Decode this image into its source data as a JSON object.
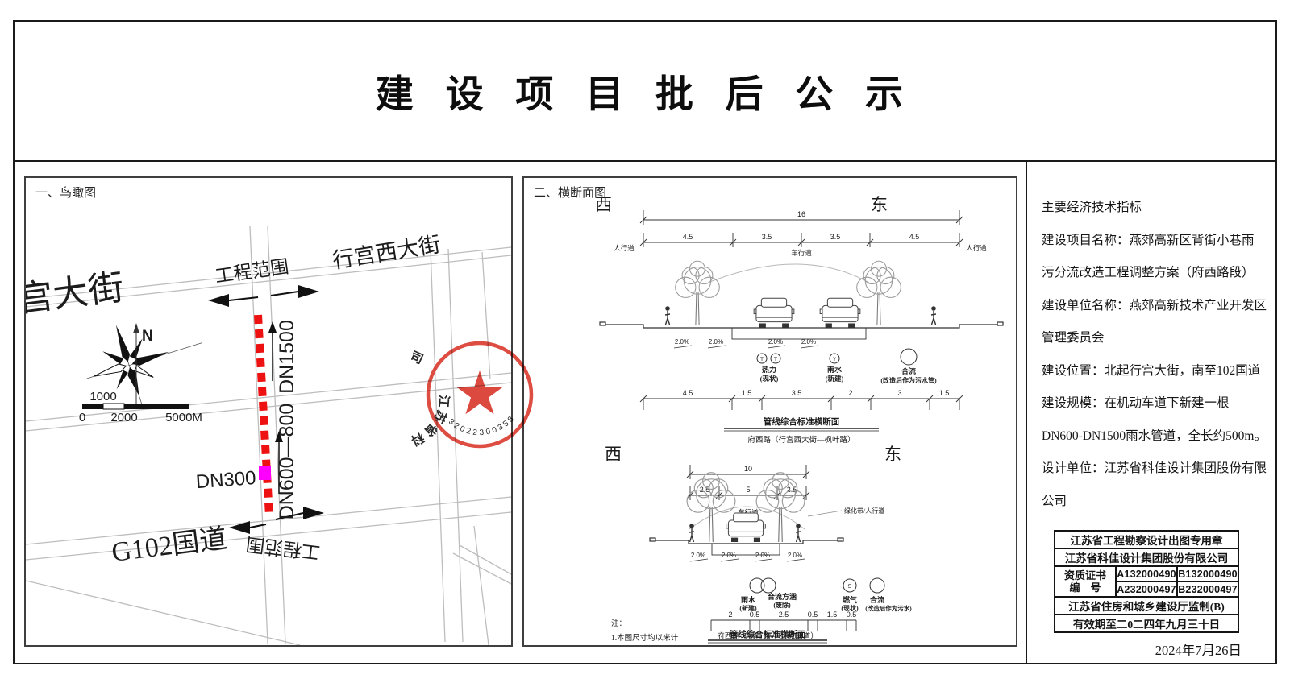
{
  "title": "建 设 项 目 批 后 公 示",
  "map": {
    "heading": "一、鸟瞰图",
    "street_gong": "宫大街",
    "street_xinggong_west": "行宫西大街",
    "street_g102": "G102国道",
    "scope_top": "工程范围",
    "scope_bottom": "工程范围",
    "pipe_dn1500": "DN1500",
    "pipe_dn600_800": "DN600—800",
    "pipe_dn300": "DN300",
    "north": "N",
    "scale": {
      "top": "1000",
      "zero": "0",
      "mid": "2000",
      "end": "5000M"
    },
    "seal": {
      "company": "江苏省科佳设计集团股份有限公司",
      "number": "32022300358474"
    }
  },
  "cs": {
    "heading": "二、横断面图",
    "west": "西",
    "east": "东",
    "slope": "2.0%",
    "s1": {
      "total": "16",
      "dims_top": [
        "4.5",
        "3.5",
        "3.5",
        "4.5"
      ],
      "sidewalk": "人行道",
      "roadway": "车行道",
      "legend": {
        "t": "T",
        "y": "Y",
        "heat": "热力",
        "heat_sub": "(现状)",
        "rain": "雨水",
        "rain_sub": "(新建)",
        "comb": "合流",
        "comb_sub": "(改造后作为污水管)"
      },
      "dims_bottom": [
        "4.5",
        "1.5",
        "3.5",
        "2",
        "3",
        "1.5"
      ],
      "caption1": "管线综合标准横断面",
      "caption2": "府西路（行宫西大街—枫叶路）"
    },
    "s2": {
      "total": "10",
      "dims_top": [
        "2.5",
        "5",
        "2.5"
      ],
      "roadway": "车行道",
      "side_label": "绿化带/人行道",
      "legend": {
        "rain": "雨水",
        "rain_sub": "(新建)",
        "box": "合流方涵",
        "box_sub": "(废除)",
        "s": "S",
        "gas": "燃气",
        "gas_sub": "(现状)",
        "comb": "合流",
        "comb_sub": "(改造后作为污水)"
      },
      "dims_bottom": [
        "2",
        "0.5",
        "2.5",
        "0.5",
        "1.5",
        "0.5"
      ],
      "caption1": "管线综合标准横断面",
      "caption2": "府西路（枫叶路—G102国道）"
    },
    "note_label": "注：",
    "note1": "1.本图尺寸均以米计"
  },
  "info": {
    "lines": [
      "主要经济技术指标",
      "建设项目名称：燕郊高新区背街小巷雨",
      "污分流改造工程调整方案（府西路段）",
      "建设单位名称：燕郊高新技术产业开发区",
      "管理委员会",
      "建设位置：北起行宫大街，南至102国道",
      "建设规模：在机动车道下新建一根",
      "DN600-DN1500雨水管道，全长约500m。",
      "设计单位：江苏省科佳设计集团股份有限",
      "公司"
    ],
    "stamp": {
      "row1": "江苏省工程勘察设计出图专用章",
      "row2": "江苏省科佳设计集团股份有限公司",
      "cert_label_top": "资质证书",
      "cert_label_bottom": "编　号",
      "certs": [
        "A132000490",
        "B132000490",
        "A232000497",
        "B232000497"
      ],
      "row5": "江苏省住房和城乡建设厅监制(B)",
      "row6": "有效期至二0二四年九月三十日"
    },
    "date": "2024年7月26日"
  },
  "colors": {
    "pipeline_red": "#ee1111",
    "dn300_magenta": "#ff00ff",
    "seal_red": "#d93a2e",
    "street_gray": "#8c8c8c"
  }
}
